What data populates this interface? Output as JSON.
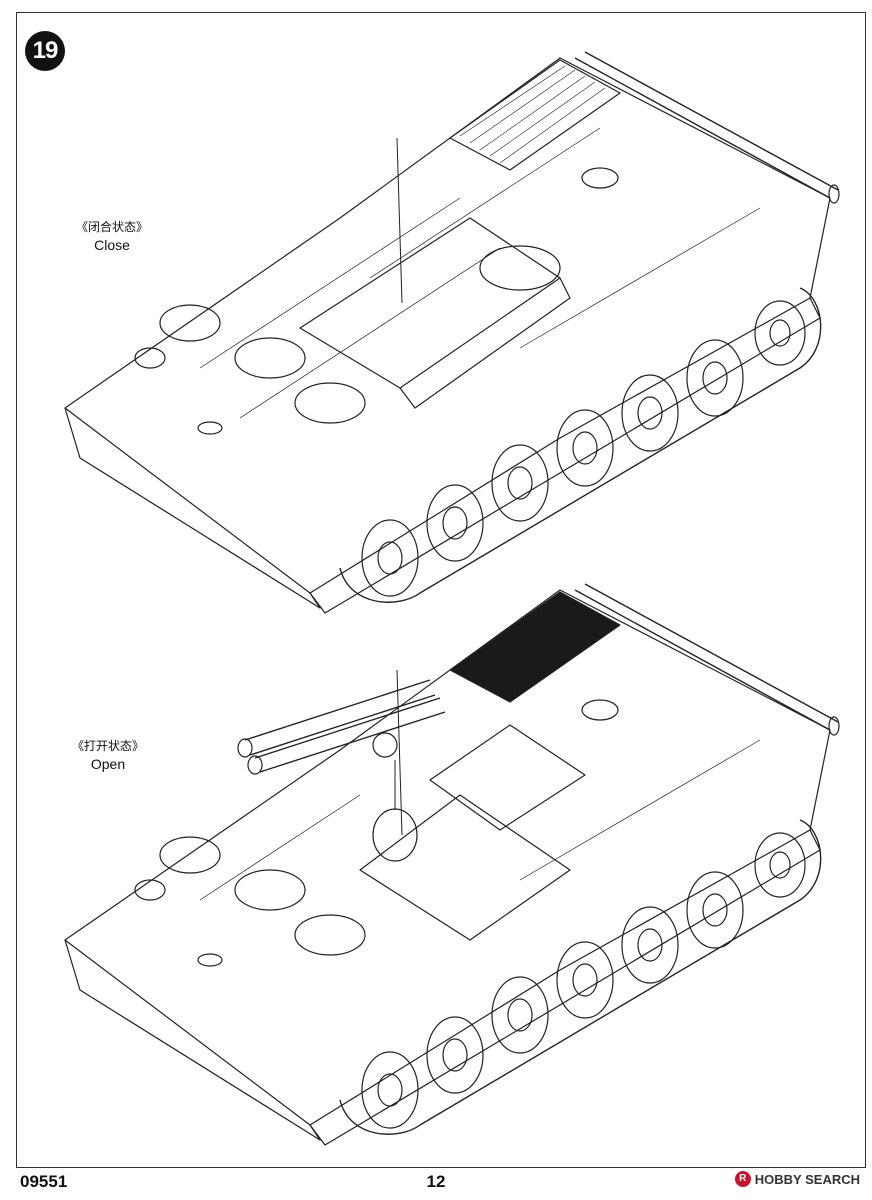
{
  "page": {
    "step_number": "19",
    "kit_number": "09551",
    "page_number": "12",
    "watermark": {
      "text": "HOBBY SEARCH",
      "mark": "R",
      "color": "#c8102e"
    }
  },
  "figures": [
    {
      "id": "closed",
      "label_zh": "《闭合状态》",
      "label_en": "Close"
    },
    {
      "id": "open",
      "label_zh": "《打开状态》",
      "label_en": "Open"
    }
  ],
  "icons": {
    "drawing": "tracked-armored-vehicle-line-art"
  }
}
